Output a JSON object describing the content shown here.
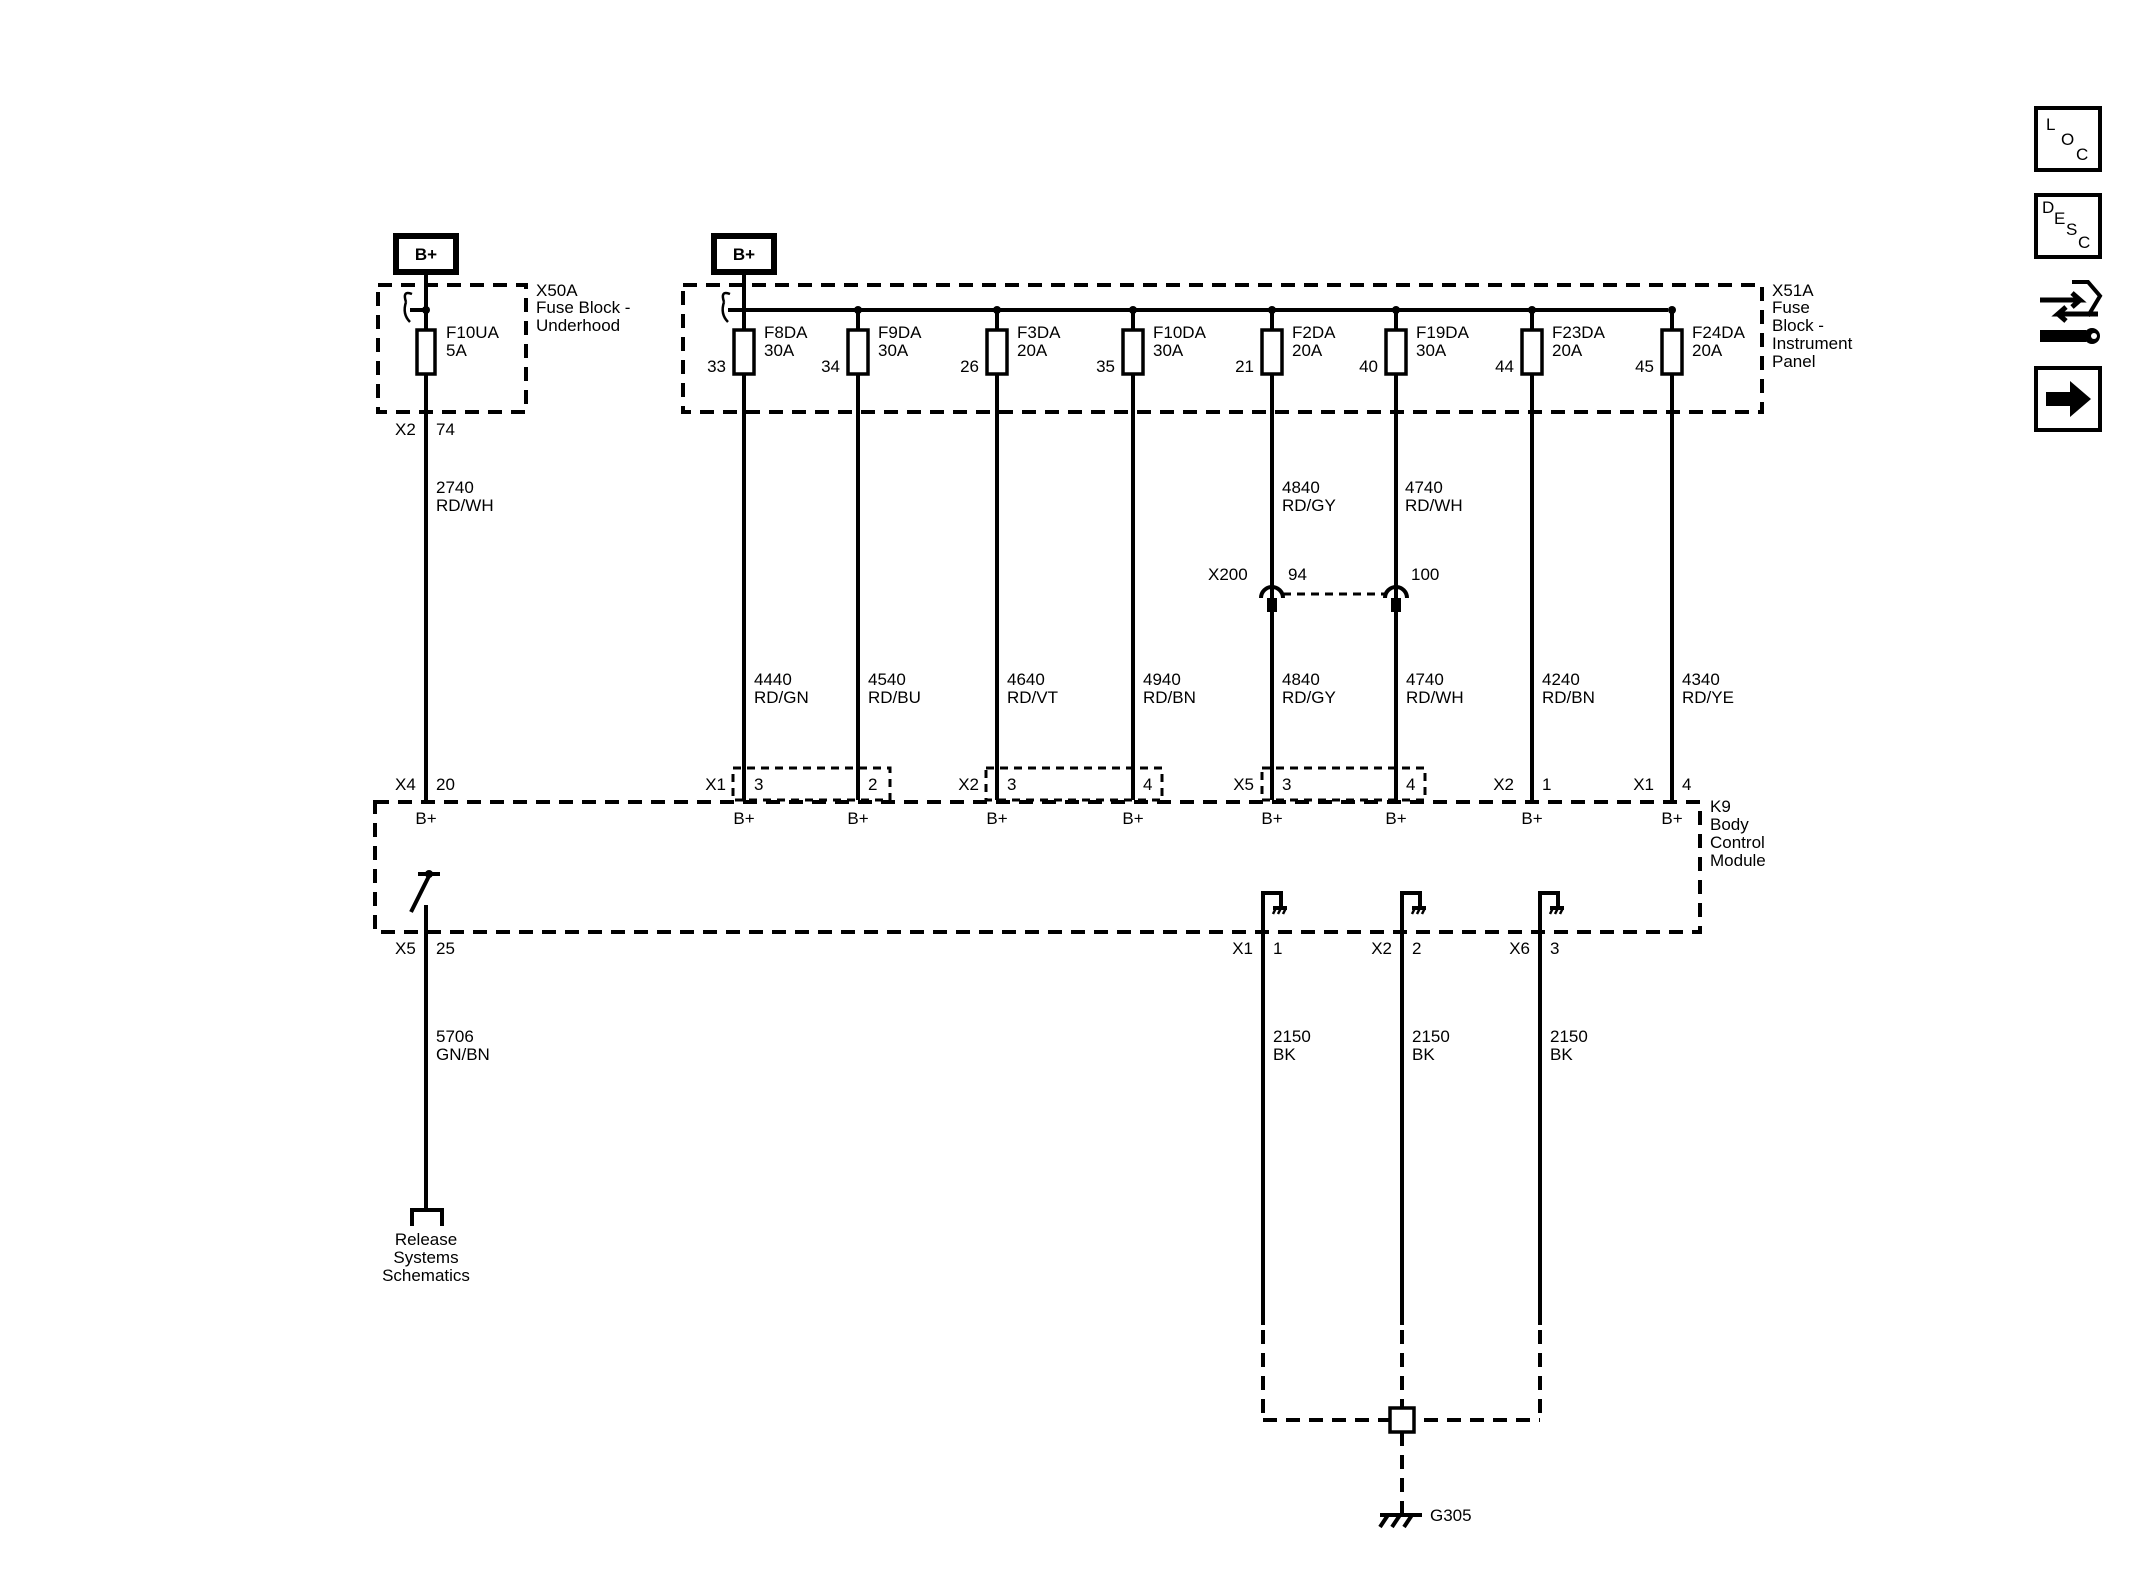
{
  "power": {
    "bplus_label": "B+"
  },
  "x50a": {
    "name": "X50A",
    "desc1": "Fuse Block -",
    "desc2": "Underhood",
    "fuse_name": "F10UA",
    "fuse_rating": "5A",
    "connector": "X2",
    "pin": "74",
    "wire_circuit": "2740",
    "wire_color": "RD/WH"
  },
  "x51a": {
    "name": "X51A",
    "desc1": "Fuse",
    "desc2": "Block -",
    "desc3": "Instrument",
    "desc4": "Panel"
  },
  "fuses": [
    {
      "name": "F8DA",
      "rating": "30A",
      "pin": "33",
      "circuit": "4440",
      "color": "RD/GN",
      "conn": "X1",
      "conn_pin": "3",
      "bcm_label": "B+"
    },
    {
      "name": "F9DA",
      "rating": "30A",
      "pin": "34",
      "circuit": "4540",
      "color": "RD/BU",
      "conn": "",
      "conn_pin": "2",
      "bcm_label": "B+"
    },
    {
      "name": "F3DA",
      "rating": "20A",
      "pin": "26",
      "circuit": "4640",
      "color": "RD/VT",
      "conn": "X2",
      "conn_pin": "3",
      "bcm_label": "B+"
    },
    {
      "name": "F10DA",
      "rating": "30A",
      "pin": "35",
      "circuit": "4940",
      "color": "RD/BN",
      "conn": "",
      "conn_pin": "4",
      "bcm_label": "B+"
    },
    {
      "name": "F2DA",
      "rating": "20A",
      "pin": "21",
      "circuit": "4840",
      "color": "RD/GY",
      "conn": "X5",
      "conn_pin": "3",
      "bcm_label": "B+"
    },
    {
      "name": "F19DA",
      "rating": "30A",
      "pin": "40",
      "circuit": "4740",
      "color": "RD/WH",
      "conn": "",
      "conn_pin": "4",
      "bcm_label": "B+"
    },
    {
      "name": "F23DA",
      "rating": "20A",
      "pin": "44",
      "circuit": "4240",
      "color": "RD/BN",
      "conn": "X2",
      "conn_pin": "1",
      "bcm_label": "B+"
    },
    {
      "name": "F24DA",
      "rating": "20A",
      "pin": "45",
      "circuit": "4340",
      "color": "RD/YE",
      "conn": "X1",
      "conn_pin": "4",
      "bcm_label": "B+"
    }
  ],
  "x200": {
    "name": "X200",
    "pin_a": "94",
    "pin_b": "100"
  },
  "upper_wires": [
    {
      "circuit": "4840",
      "color": "RD/GY"
    },
    {
      "circuit": "4740",
      "color": "RD/WH"
    }
  ],
  "bcm": {
    "ref": "K9",
    "desc1": "Body",
    "desc2": "Control",
    "desc3": "Module",
    "left_in_conn": "X4",
    "left_in_pin": "20",
    "left_in_label": "B+",
    "out_conn": "X5",
    "out_pin": "25"
  },
  "release": {
    "circuit": "5706",
    "color": "GN/BN",
    "line1": "Release",
    "line2": "Systems",
    "line3": "Schematics"
  },
  "grounds": [
    {
      "conn": "X1",
      "pin": "1",
      "circuit": "2150",
      "color": "BK"
    },
    {
      "conn": "X2",
      "pin": "2",
      "circuit": "2150",
      "color": "BK"
    },
    {
      "conn": "X6",
      "pin": "3",
      "circuit": "2150",
      "color": "BK"
    }
  ],
  "ground_point": "G305",
  "nav": {
    "loc": [
      "L",
      "O",
      "C"
    ],
    "desc": [
      "D",
      "E",
      "S",
      "C"
    ],
    "connector_icon": "connector-repair-icon",
    "next_icon": "arrow-right-icon"
  }
}
